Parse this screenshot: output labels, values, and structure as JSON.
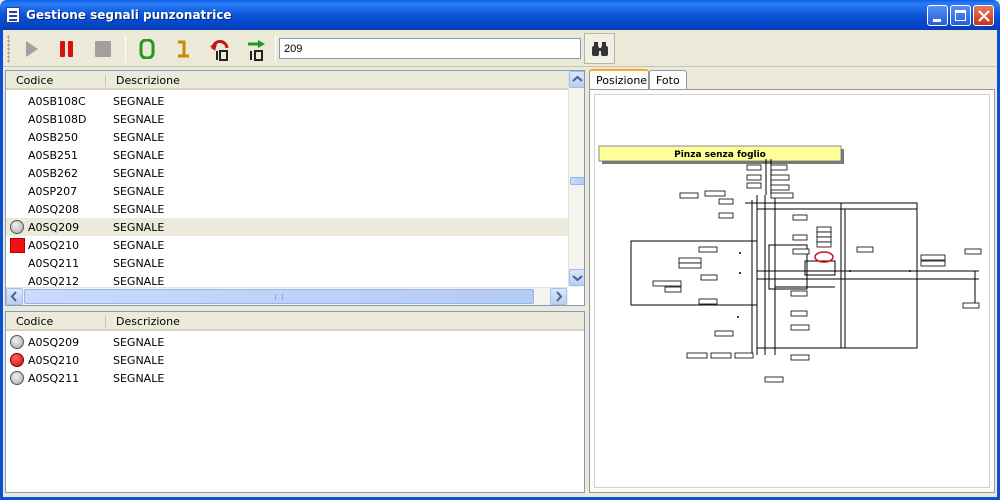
{
  "window": {
    "title": "Gestione segnali punzonatrice"
  },
  "toolbar": {
    "buttons": [
      "play",
      "pause",
      "stop",
      "zero",
      "one",
      "undo-zero",
      "goto-zero"
    ],
    "search_value": "209",
    "search_button": "binoculars"
  },
  "top_list": {
    "columns": [
      "Codice",
      "Descrizione"
    ],
    "rows": [
      {
        "code": "A0SB108C",
        "desc": "SEGNALE",
        "indicator": ""
      },
      {
        "code": "A0SB108D",
        "desc": "SEGNALE",
        "indicator": ""
      },
      {
        "code": "A0SB250",
        "desc": "SEGNALE",
        "indicator": ""
      },
      {
        "code": "A0SB251",
        "desc": "SEGNALE",
        "indicator": ""
      },
      {
        "code": "A0SB262",
        "desc": "SEGNALE",
        "indicator": ""
      },
      {
        "code": "A0SP207",
        "desc": "SEGNALE",
        "indicator": ""
      },
      {
        "code": "A0SQ208",
        "desc": "SEGNALE",
        "indicator": ""
      },
      {
        "code": "A0SQ209",
        "desc": "SEGNALE",
        "indicator": "gray"
      },
      {
        "code": "A0SQ210",
        "desc": "SEGNALE",
        "indicator": "red-square"
      },
      {
        "code": "A0SQ211",
        "desc": "SEGNALE",
        "indicator": ""
      },
      {
        "code": "A0SQ212",
        "desc": "SEGNALE",
        "indicator": ""
      }
    ]
  },
  "bottom_list": {
    "columns": [
      "Codice",
      "Descrizione"
    ],
    "rows": [
      {
        "code": "A0SQ209",
        "desc": "SEGNALE",
        "indicator": "gray"
      },
      {
        "code": "A0SQ210",
        "desc": "SEGNALE",
        "indicator": "red"
      },
      {
        "code": "A0SQ211",
        "desc": "SEGNALE",
        "indicator": "gray"
      }
    ]
  },
  "tabs": {
    "items": [
      "Posizione",
      "Foto"
    ],
    "active": "Posizione"
  },
  "diagram": {
    "banner": "Pinza senza foglio"
  },
  "colors": {
    "titlebar": "#0a50d2",
    "selection": "#eceadb",
    "banner": "#ffff99",
    "indicator_red": "#e00000"
  }
}
